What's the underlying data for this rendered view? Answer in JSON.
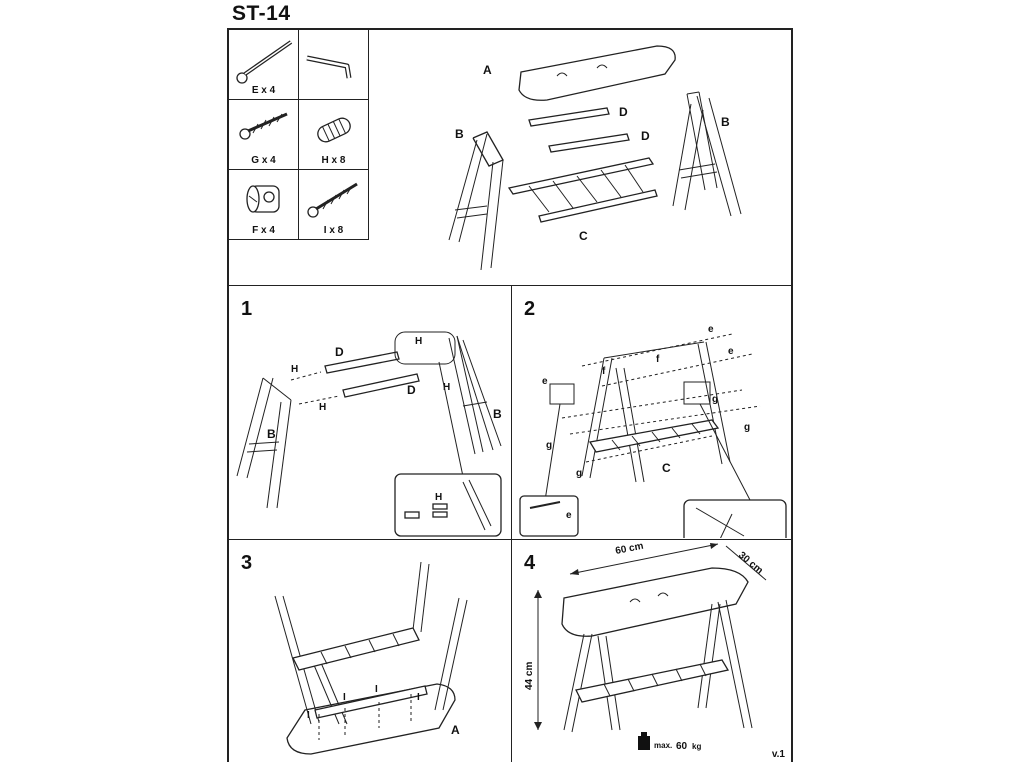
{
  "title": "ST-14",
  "version": "v.1",
  "parts": [
    {
      "label": "E x 4",
      "icon": "bolt-icon"
    },
    {
      "label": "",
      "icon": "allen-key-icon"
    },
    {
      "label": "G x 4",
      "icon": "screw-icon"
    },
    {
      "label": "H x 8",
      "icon": "dowel-icon"
    },
    {
      "label": "F x 4",
      "icon": "barrel-nut-icon"
    },
    {
      "label": "I x 8",
      "icon": "wood-screw-icon"
    }
  ],
  "overview": {
    "labels": {
      "A": "A",
      "B": "B",
      "C": "C",
      "D": "D"
    }
  },
  "steps": [
    {
      "number": "1",
      "labels": {
        "B": "B",
        "D": "D",
        "H": "H"
      }
    },
    {
      "number": "2",
      "labels": {
        "C": "C",
        "e": "e",
        "f": "f",
        "g": "g"
      }
    },
    {
      "number": "3",
      "labels": {
        "A": "A",
        "I": "I"
      }
    },
    {
      "number": "4",
      "dimensions": {
        "width": "60 cm",
        "depth": "30 cm",
        "height": "44 cm"
      },
      "max_load": {
        "prefix": "max.",
        "value": "60",
        "unit": "kg"
      }
    }
  ]
}
